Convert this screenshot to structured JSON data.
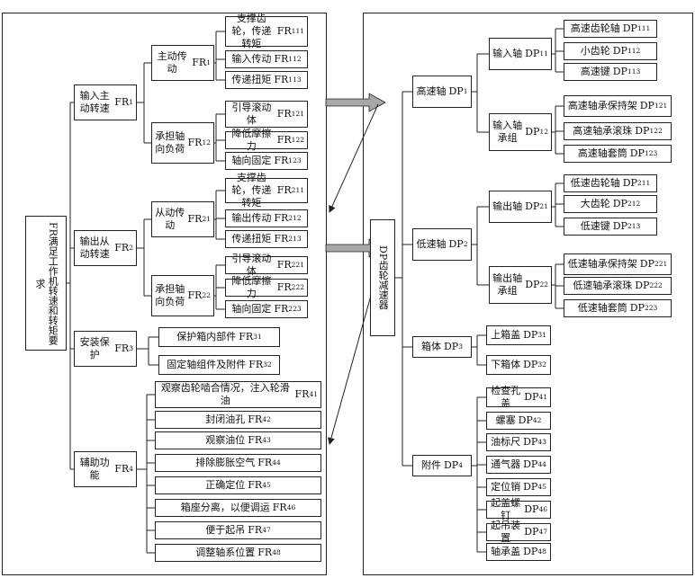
{
  "fr_tree": {
    "root": {
      "text": "FR满足工作机转速和转矩要求"
    },
    "level1": [
      {
        "text": "输入主动转速",
        "code": "FR",
        "sub": "1"
      },
      {
        "text": "输出从动转速",
        "code": "FR",
        "sub": "2"
      },
      {
        "text": "安装保护",
        "code": "FR",
        "sub": "3"
      },
      {
        "text": "辅助功能",
        "code": "FR",
        "sub": "4"
      }
    ],
    "level2": [
      {
        "text": "主动传动",
        "code": "FR",
        "sub": "1"
      },
      {
        "text": "承担轴向负荷",
        "code": "FR",
        "sub": "12"
      },
      {
        "text": "从动传动",
        "code": "FR",
        "sub": "21"
      },
      {
        "text": "承担轴向负荷",
        "code": "FR",
        "sub": "22"
      }
    ],
    "leaves": [
      {
        "text": "支撑齿轮，传递转矩",
        "code": "FR",
        "sub": "111"
      },
      {
        "text": "输入传动",
        "code": "FR",
        "sub": "112"
      },
      {
        "text": "传递扭矩",
        "code": "FR",
        "sub": "113"
      },
      {
        "text": "引导滚动体",
        "code": "FR",
        "sub": "121"
      },
      {
        "text": "降低摩擦力",
        "code": "FR",
        "sub": "122"
      },
      {
        "text": "轴向固定",
        "code": "FR",
        "sub": "123"
      },
      {
        "text": "支撑齿轮，传递转矩",
        "code": "FR",
        "sub": "211"
      },
      {
        "text": "输出传动",
        "code": "FR",
        "sub": "212"
      },
      {
        "text": "传递扭矩",
        "code": "FR",
        "sub": "213"
      },
      {
        "text": "引导滚动体",
        "code": "FR",
        "sub": "221"
      },
      {
        "text": "降低摩擦力",
        "code": "FR",
        "sub": "222"
      },
      {
        "text": "轴向固定",
        "code": "FR",
        "sub": "223"
      },
      {
        "text": "保护箱内部件",
        "code": "FR",
        "sub": "31"
      },
      {
        "text": "固定轴组件及附件",
        "code": "FR",
        "sub": "32"
      },
      {
        "text": "观察齿轮啮合情况，注入轮滑油",
        "code": "FR",
        "sub": "41"
      },
      {
        "text": "封闭油孔",
        "code": "FR",
        "sub": "42"
      },
      {
        "text": "观察油位",
        "code": "FR",
        "sub": "43"
      },
      {
        "text": "排除膨胀空气",
        "code": "FR",
        "sub": "44"
      },
      {
        "text": "正确定位",
        "code": "FR",
        "sub": "45"
      },
      {
        "text": "箱座分离，以便调运",
        "code": "FR",
        "sub": "46"
      },
      {
        "text": "便于起吊",
        "code": "FR",
        "sub": "47"
      },
      {
        "text": "调整轴系位置",
        "code": "FR",
        "sub": "48"
      }
    ]
  },
  "dp_tree": {
    "root": {
      "text": "DP齿轮减速器"
    },
    "level1": [
      {
        "text": "高速轴",
        "code": "DP",
        "sub": "1"
      },
      {
        "text": "低速轴",
        "code": "DP",
        "sub": "2"
      },
      {
        "text": "箱体",
        "code": "DP",
        "sub": "3"
      },
      {
        "text": "附件",
        "code": "DP",
        "sub": "4"
      }
    ],
    "level2": [
      {
        "text": "输入轴",
        "code": "DP",
        "sub": "11"
      },
      {
        "text": "输入轴承组",
        "code": "DP",
        "sub": "12"
      },
      {
        "text": "输出轴",
        "code": "DP",
        "sub": "21"
      },
      {
        "text": "输出轴承组",
        "code": "DP",
        "sub": "22"
      }
    ],
    "leaves": [
      {
        "text": "高速齿轮轴",
        "code": "DP",
        "sub": "111"
      },
      {
        "text": "小齿轮",
        "code": "DP",
        "sub": "112"
      },
      {
        "text": "高速键",
        "code": "DP",
        "sub": "113"
      },
      {
        "text": "高速轴承保持架",
        "code": "DP",
        "sub": "121"
      },
      {
        "text": "高速轴承滚珠",
        "code": "DP",
        "sub": "122"
      },
      {
        "text": "高速轴套筒",
        "code": "DP",
        "sub": "123"
      },
      {
        "text": "低速齿轮轴",
        "code": "DP",
        "sub": "211"
      },
      {
        "text": "大齿轮",
        "code": "DP",
        "sub": "212"
      },
      {
        "text": "低速键",
        "code": "DP",
        "sub": "213"
      },
      {
        "text": "低速轴承保持架",
        "code": "DP",
        "sub": "221"
      },
      {
        "text": "低速轴承滚珠",
        "code": "DP",
        "sub": "222"
      },
      {
        "text": "低速轴套筒",
        "code": "DP",
        "sub": "223"
      },
      {
        "text": "上箱盖",
        "code": "DP",
        "sub": "31"
      },
      {
        "text": "下箱体",
        "code": "DP",
        "sub": "32"
      },
      {
        "text": "检查孔盖",
        "code": "DP",
        "sub": "41"
      },
      {
        "text": "螺塞",
        "code": "DP",
        "sub": "42"
      },
      {
        "text": "油标尺",
        "code": "DP",
        "sub": "43"
      },
      {
        "text": "通气器",
        "code": "DP",
        "sub": "44"
      },
      {
        "text": "定位销",
        "code": "DP",
        "sub": "45"
      },
      {
        "text": "起盖螺钉",
        "code": "DP",
        "sub": "46"
      },
      {
        "text": "起吊装置",
        "code": "DP",
        "sub": "47"
      },
      {
        "text": "轴承盖",
        "code": "DP",
        "sub": "48"
      }
    ]
  },
  "colors": {
    "line": "#222222",
    "arrow_fill": "#a8a8a8"
  }
}
